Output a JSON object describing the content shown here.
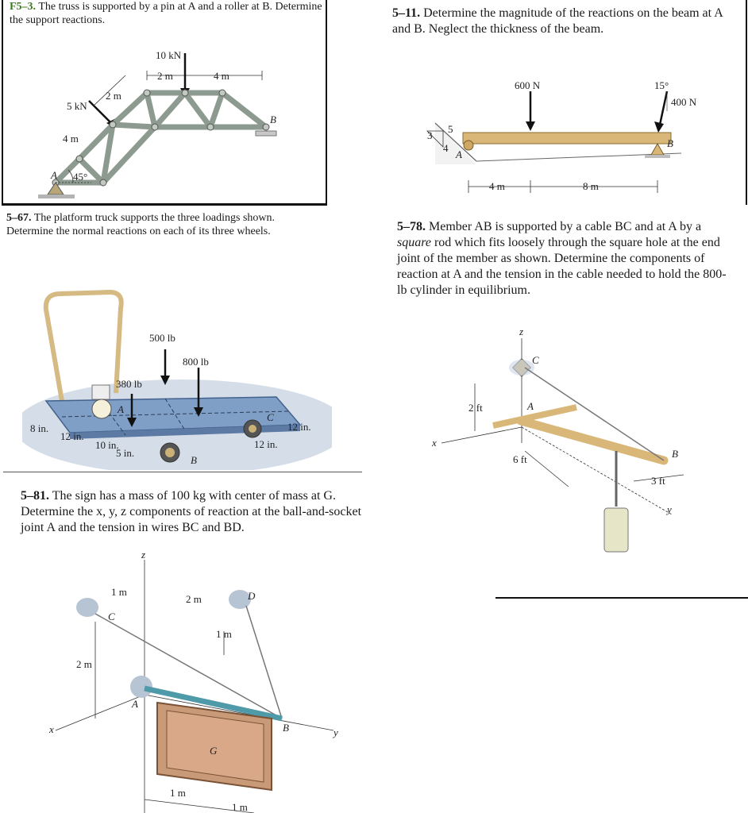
{
  "problems": {
    "f5_3": {
      "number": "F5–3.",
      "text": "The truss is supported by a pin at A and a roller at B. Determine the support reactions.",
      "labels": {
        "load_10": "10 kN",
        "load_5": "5 kN",
        "dim_2m_a": "2 m",
        "dim_4m_a": "4 m",
        "dim_2m_b": "2 m",
        "dim_4m_b": "4 m",
        "angle": "45°",
        "pt_a": "A",
        "pt_b": "B"
      }
    },
    "p5_11": {
      "number": "5–11.",
      "text": "Determine the magnitude of the reactions on the beam at A and B. Neglect the thickness of the beam.",
      "labels": {
        "load_600": "600 N",
        "load_400": "400 N",
        "angle": "15°",
        "slope_3": "3",
        "slope_4": "4",
        "slope_5": "5",
        "pt_a": "A",
        "pt_b": "B",
        "dim_4m": "4 m",
        "dim_8m": "8 m"
      }
    },
    "p5_67": {
      "number": "5–67.",
      "text": "The platform truck supports the three loadings shown. Determine the normal reactions on each of its three wheels.",
      "labels": {
        "load_500": "500 lb",
        "load_800": "800 lb",
        "load_380": "380 lb",
        "pt_a": "A",
        "pt_b": "B",
        "pt_c": "C",
        "d_8in": "8 in.",
        "d_12in_a": "12 in.",
        "d_10in": "10 in.",
        "d_5in": "5 in.",
        "d_12in_b": "12 in.",
        "d_12in_c": "12 in."
      }
    },
    "p5_78": {
      "number": "5–78.",
      "text_1": "Member AB is supported by a cable BC and at A by a",
      "text_italic": "square",
      "text_2": "rod which fits loosely through the square hole at the end joint of the member as shown. Determine the components of reaction at A and the tension in the cable needed to hold the 800-lb cylinder in equilibrium.",
      "labels": {
        "z": "z",
        "x": "x",
        "y": "y",
        "pt_a": "A",
        "pt_b": "B",
        "pt_c": "C",
        "d_2ft": "2 ft",
        "d_6ft": "6 ft",
        "d_3ft": "3 ft"
      }
    },
    "p5_81": {
      "number": "5–81.",
      "text": "The sign has a mass of 100 kg with center of mass at G. Determine the x, y, z components of reaction at the ball-and-socket joint A and the tension in wires BC and BD.",
      "labels": {
        "z": "z",
        "x": "x",
        "y": "y",
        "pt_a": "A",
        "pt_b": "B",
        "pt_c": "C",
        "pt_d": "D",
        "pt_g": "G",
        "d_1m_a": "1 m",
        "d_2m_a": "2 m",
        "d_1m_b": "1 m",
        "d_2m_b": "2 m",
        "d_1m_c": "1 m",
        "d_1m_d": "1 m"
      }
    }
  },
  "colors": {
    "truss": "#8d9a8f",
    "wood": "#d9b778",
    "platform": "#7f9fc7",
    "sign": "#c89a78",
    "rod": "#4e9aa8",
    "accent_green": "#3a7d1f"
  }
}
